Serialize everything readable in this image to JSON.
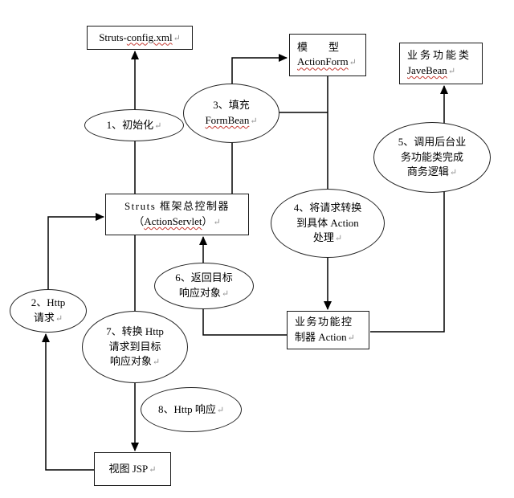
{
  "return_mark": "↵",
  "colors": {
    "spellcheck_underline": "#c53a32",
    "line": "#000000"
  },
  "nodes": {
    "struts_config": {
      "plain": "Struts-",
      "wavy": "config.xml"
    },
    "action_form": {
      "line1": "模        型",
      "wavy": "ActionForm"
    },
    "javebean": {
      "line1": "业务功能类",
      "wavy": "JaveBean"
    },
    "controller": {
      "line1": "Struts 框架总控制器",
      "paren_open": "（",
      "wavy": "ActionServlet",
      "paren_close": "）"
    },
    "action": {
      "line1": "业务功能控",
      "line2": "制器 Action"
    },
    "jsp": {
      "line1": "视图 JSP"
    }
  },
  "steps": {
    "s1": {
      "line1": "1、初始化"
    },
    "s2": {
      "line1": "2、Http",
      "line2": "请求"
    },
    "s3": {
      "line1": "3、填充",
      "wavy": "FormBean"
    },
    "s4": {
      "line1": "4、将请求转换",
      "line2": "到具体 Action",
      "line3": "处理"
    },
    "s5": {
      "line1": "5、调用后台业",
      "line2": "务功能类完成",
      "line3": "商务逻辑"
    },
    "s6": {
      "line1": "6、返回目标",
      "line2": "响应对象"
    },
    "s7": {
      "line1": "7、转换 Http",
      "line2": "请求到目标",
      "line3": "响应对象"
    },
    "s8": {
      "line1": "8、Http 响应"
    }
  }
}
